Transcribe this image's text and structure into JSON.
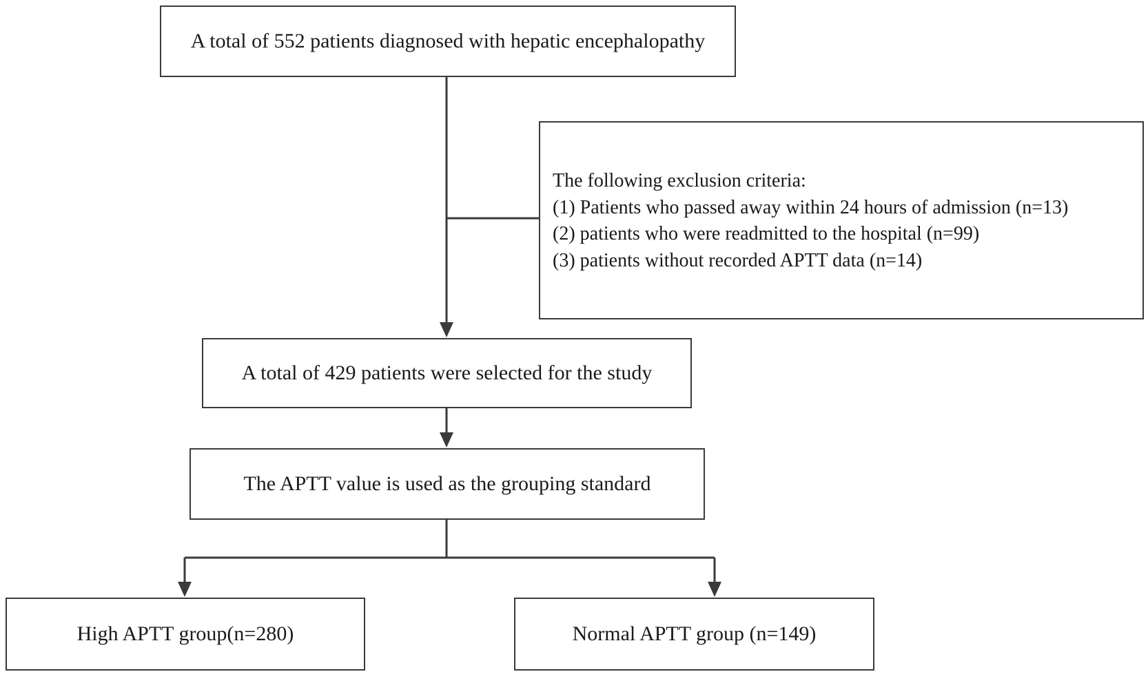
{
  "flowchart": {
    "total_box": "A total of 552 patients diagnosed with hepatic encephalopathy",
    "exclusion": {
      "heading": "The following exclusion criteria:",
      "items": [
        "(1) Patients who passed away within 24 hours of admission (n=13)",
        "(2) patients who were readmitted to the hospital (n=99)",
        "(3) patients without recorded APTT data (n=14)"
      ]
    },
    "selected_box": "A total of 429 patients were selected for the study",
    "grouping_box": "The APTT value is used as the grouping standard",
    "high_group_box": "High APTT group(n=280)",
    "normal_group_box": "Normal APTT group (n=149)"
  },
  "colors": {
    "line": "#3a3a3a",
    "border": "#3a3a3a",
    "text": "#1a1a1a",
    "background": "#ffffff"
  }
}
